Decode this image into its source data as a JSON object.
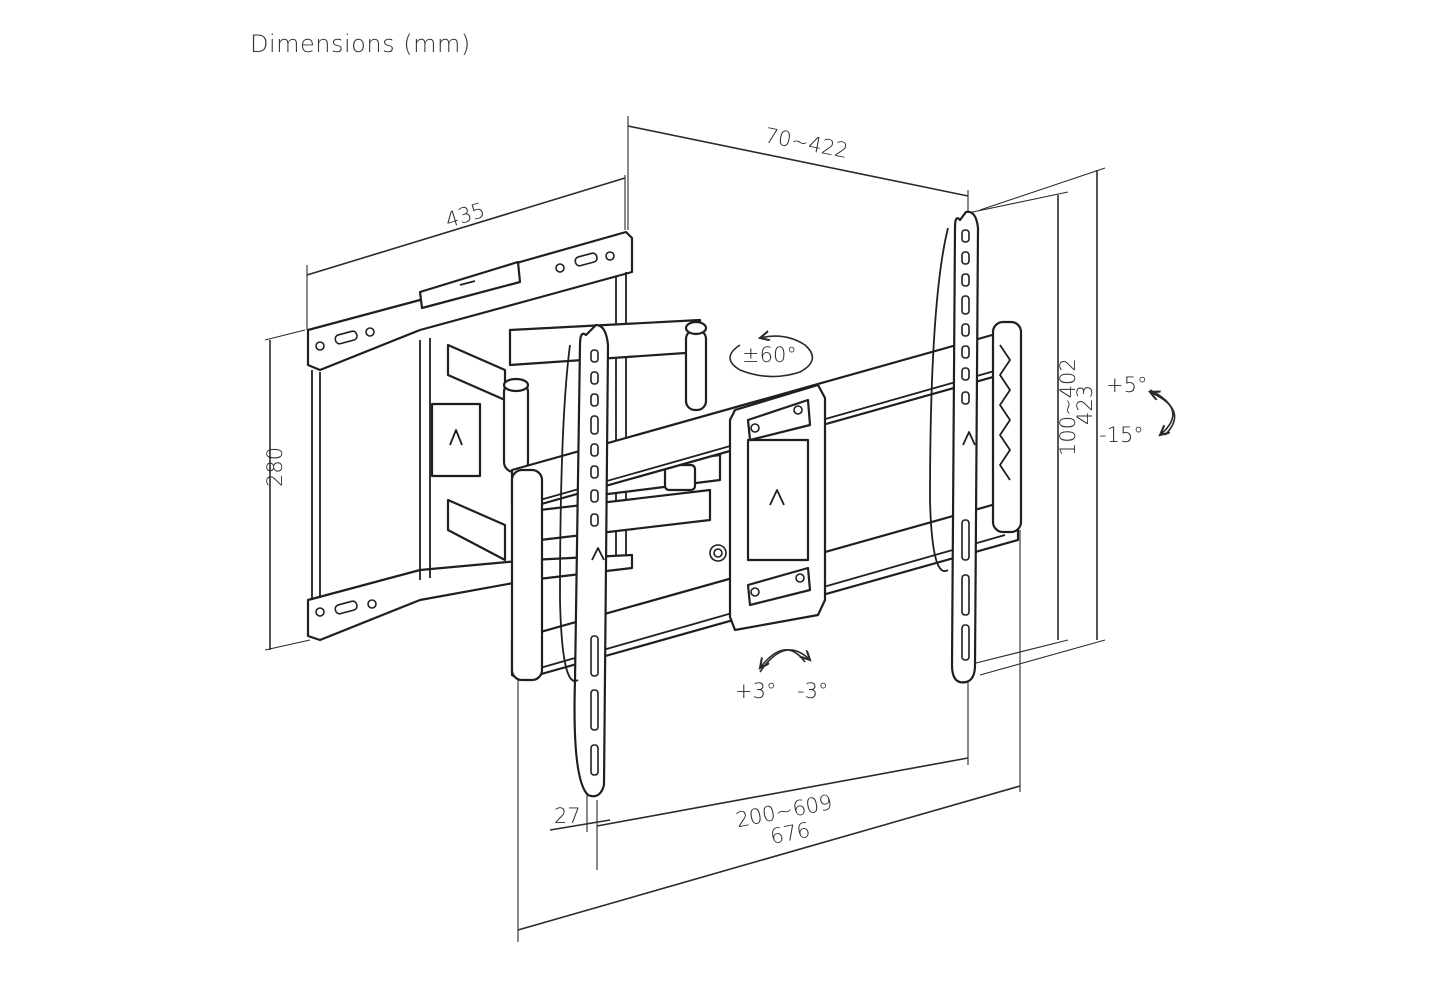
{
  "title": "Dimensions (mm)",
  "dimensions": {
    "wall_plate_width": "435",
    "wall_plate_height": "280",
    "extension": "70~422",
    "vertical_hole_spacing": "100~402",
    "arm_height": "423",
    "horizontal_hole_spacing": "200~609",
    "total_width": "676",
    "bracket_depth": "27"
  },
  "angles": {
    "swivel": "±60°",
    "tilt_up": "+5°",
    "tilt_down": "-15°",
    "rotate_left": "+3°",
    "rotate_right": "-3°"
  },
  "colors": {
    "line": "#1f1f1f",
    "text": "#2a2a2a"
  }
}
